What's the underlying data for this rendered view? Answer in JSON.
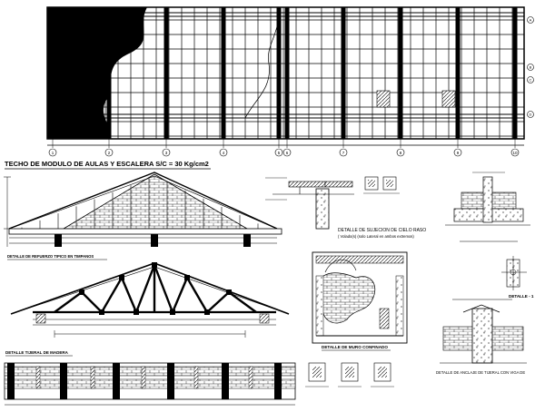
{
  "plan": {
    "axes": [
      "1",
      "2",
      "3",
      "4",
      "5",
      "6",
      "7",
      "8",
      "9",
      "10"
    ],
    "row_labels": [
      "A",
      "B",
      "C",
      "D"
    ]
  },
  "section_title": "TECHO DE MODULO DE  AULAS Y ESCALERA S/C = 30 Kg/cm2",
  "labels": {
    "refuerzo": "DETALLE DE REFUERZO TIPICO EN TIMPANOS",
    "tijeral": "DETALLE  TIJERAL DE MADERA",
    "cielo_raso_1": "DETALLE DE SUJECION DE CIELO RASO",
    "cielo_raso_2": "( Volado(s) (solo Lateral en ambos extremos)",
    "muro": "DETALLE DE MURO CONFINADO",
    "anclaje": "DETALLE DE ANCLAJE DE TIJERAL CON VIGA DE",
    "detalle_1": "DETALLE - 1",
    "corte_1": "DETALLE - 1"
  },
  "colors": {
    "ink": "#000000",
    "paper": "#ffffff"
  }
}
